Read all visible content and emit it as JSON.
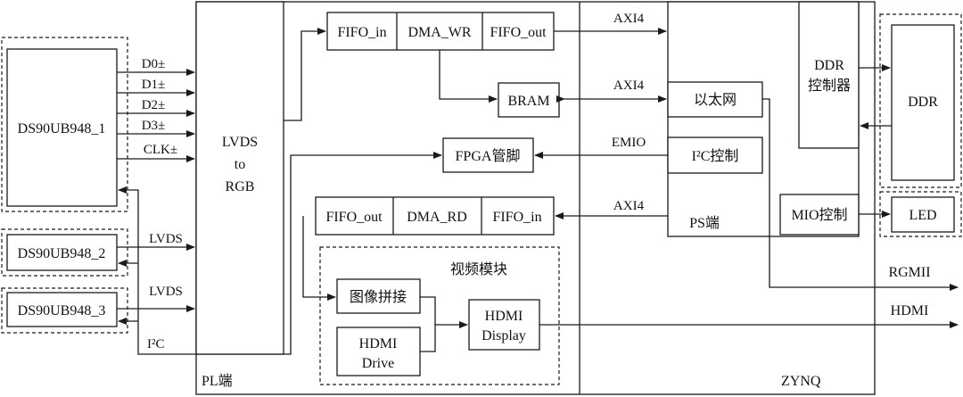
{
  "blocks": {
    "ds1": "DS90UB948_1",
    "ds2": "DS90UB948_2",
    "ds3": "DS90UB948_3",
    "lvds_rgb": [
      "LVDS",
      "to",
      "RGB"
    ],
    "fifo_in_top": "FIFO_in",
    "dma_wr": "DMA_WR",
    "fifo_out_top": "FIFO_out",
    "bram": "BRAM",
    "fpga_pins": "FPGA管脚",
    "fifo_out_bottom": "FIFO_out",
    "dma_rd": "DMA_RD",
    "fifo_in_bottom": "FIFO_in",
    "video_module": "视频模块",
    "image_stitch": "图像拼接",
    "hdmi_drive": [
      "HDMI",
      "Drive"
    ],
    "hdmi_display": [
      "HDMI",
      "Display"
    ],
    "ethernet": "以太网",
    "i2c_ctrl": "I²C控制",
    "ps_side": "PS端",
    "ddr_ctrl": [
      "DDR",
      "控制器"
    ],
    "mio_ctrl": "MIO控制",
    "ddr": "DDR",
    "led": "LED",
    "pl_side": "PL端",
    "zynq": "ZYNQ"
  },
  "signals": {
    "d0": "D0±",
    "d1": "D1±",
    "d2": "D2±",
    "d3": "D3±",
    "clk": "CLK±",
    "lvds2": "LVDS",
    "lvds3": "LVDS",
    "i2c": "I²C",
    "axi4_top": "AXI4",
    "axi4_bram": "AXI4",
    "emio": "EMIO",
    "axi4_bottom": "AXI4",
    "rgmii": "RGMII",
    "hdmi": "HDMI"
  },
  "colors": {
    "line": "#1a1a1a",
    "background": "#ffffff"
  }
}
